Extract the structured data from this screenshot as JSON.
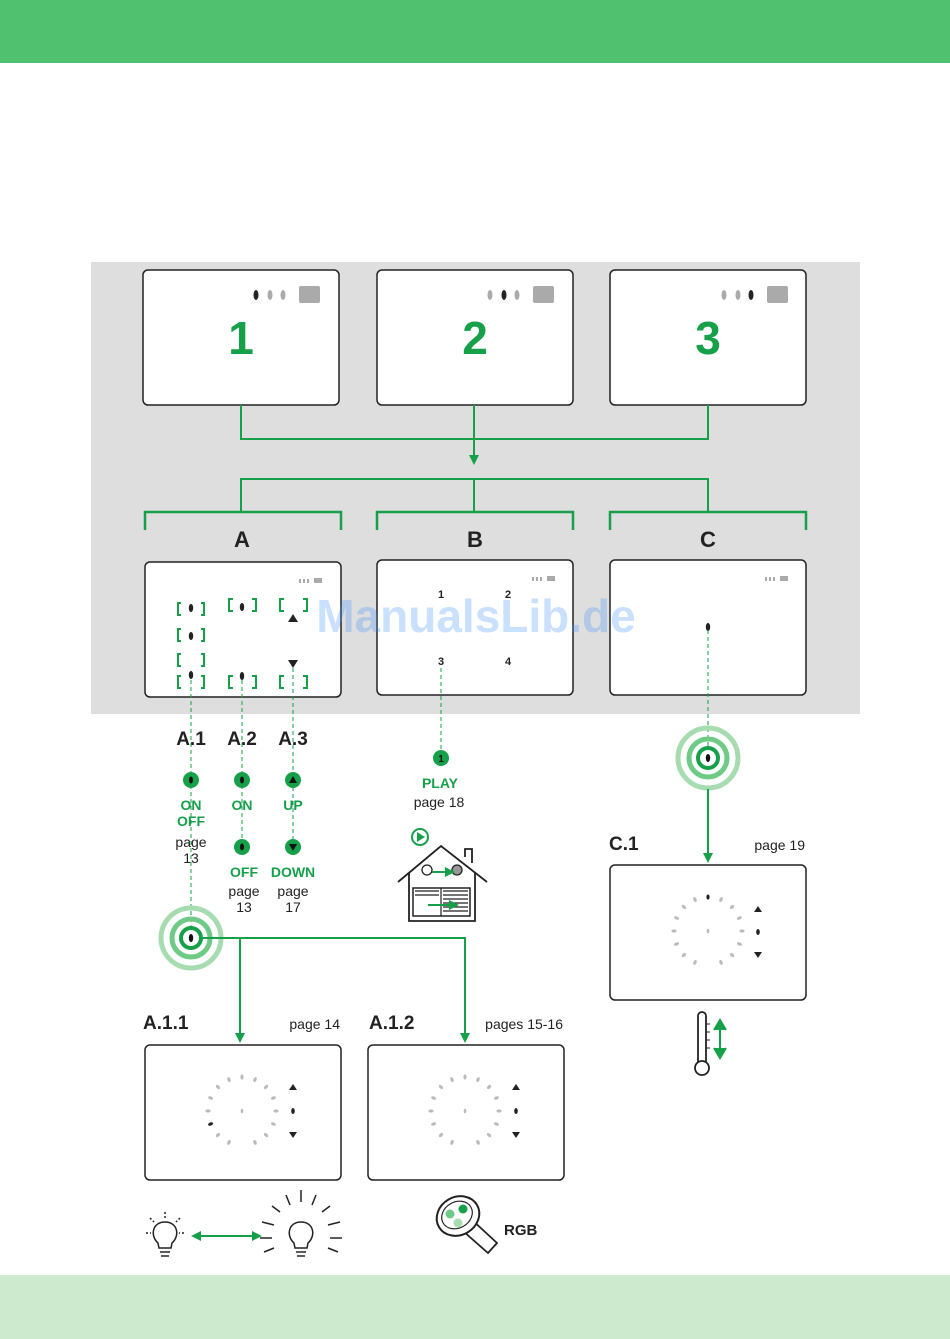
{
  "modes": [
    {
      "number": "1"
    },
    {
      "number": "2"
    },
    {
      "number": "3"
    }
  ],
  "groups": [
    {
      "letter": "A"
    },
    {
      "letter": "B"
    },
    {
      "letter": "C"
    }
  ],
  "b_buttons": [
    "1",
    "2",
    "3",
    "4"
  ],
  "a_columns": [
    {
      "id": "A.1",
      "top": "ON",
      "top2": "OFF",
      "page": "page",
      "page_num": "13"
    },
    {
      "id": "A.2",
      "top": "ON",
      "bottom": "OFF",
      "page": "page",
      "page_num": "13"
    },
    {
      "id": "A.3",
      "top": "UP",
      "bottom": "DOWN",
      "page": "page",
      "page_num": "17"
    }
  ],
  "play": {
    "number": "1",
    "label": "PLAY",
    "page": "page 18"
  },
  "c1": {
    "id": "C.1",
    "page": "page 19"
  },
  "a11": {
    "id": "A.1.1",
    "page": "page 14"
  },
  "a12": {
    "id": "A.1.2",
    "page": "pages 15-16",
    "rgb": "RGB"
  },
  "watermark": "ManualsLib.de",
  "colors": {
    "accent": "#17a04a",
    "header": "#4fc16f",
    "footer": "#cdeacf",
    "panel": "#dedede"
  },
  "icons": [
    "house-scenario-icon",
    "play-icon",
    "thermometer-icon",
    "bulb-dim-icon",
    "bulb-bright-icon",
    "rgb-lamp-icon",
    "up-down-arrows-icon"
  ]
}
